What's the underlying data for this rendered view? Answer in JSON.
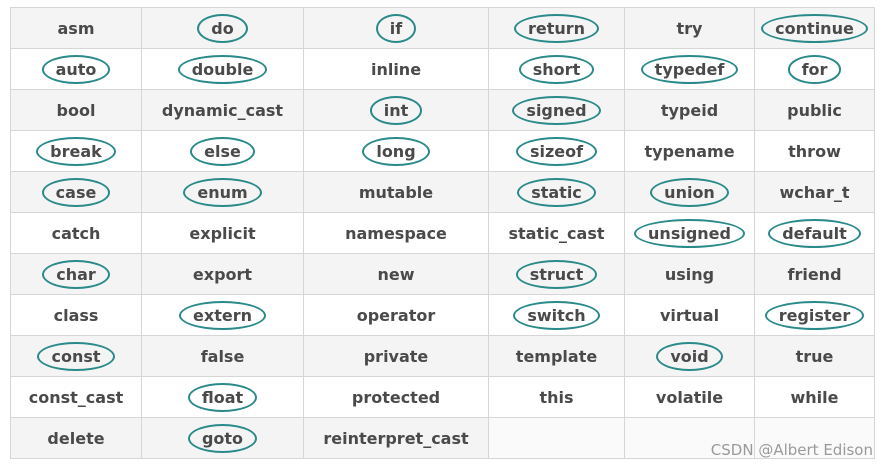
{
  "title": "",
  "accent_color": "#2a8a8a",
  "rows": [
    [
      {
        "t": "asm",
        "c": false
      },
      {
        "t": "do",
        "c": true
      },
      {
        "t": "if",
        "c": true
      },
      {
        "t": "return",
        "c": true
      },
      {
        "t": "try",
        "c": false
      },
      {
        "t": "continue",
        "c": true
      }
    ],
    [
      {
        "t": "auto",
        "c": true
      },
      {
        "t": "double",
        "c": true
      },
      {
        "t": "inline",
        "c": false
      },
      {
        "t": "short",
        "c": true
      },
      {
        "t": "typedef",
        "c": true
      },
      {
        "t": "for",
        "c": true
      }
    ],
    [
      {
        "t": "bool",
        "c": false
      },
      {
        "t": "dynamic_cast",
        "c": false
      },
      {
        "t": "int",
        "c": true
      },
      {
        "t": "signed",
        "c": true
      },
      {
        "t": "typeid",
        "c": false
      },
      {
        "t": "public",
        "c": false
      }
    ],
    [
      {
        "t": "break",
        "c": true
      },
      {
        "t": "else",
        "c": true
      },
      {
        "t": "long",
        "c": true
      },
      {
        "t": "sizeof",
        "c": true
      },
      {
        "t": "typename",
        "c": false
      },
      {
        "t": "throw",
        "c": false
      }
    ],
    [
      {
        "t": "case",
        "c": true
      },
      {
        "t": "enum",
        "c": true
      },
      {
        "t": "mutable",
        "c": false
      },
      {
        "t": "static",
        "c": true
      },
      {
        "t": "union",
        "c": true
      },
      {
        "t": "wchar_t",
        "c": false
      }
    ],
    [
      {
        "t": "catch",
        "c": false
      },
      {
        "t": "explicit",
        "c": false
      },
      {
        "t": "namespace",
        "c": false
      },
      {
        "t": "static_cast",
        "c": false
      },
      {
        "t": "unsigned",
        "c": true
      },
      {
        "t": "default",
        "c": true
      }
    ],
    [
      {
        "t": "char",
        "c": true
      },
      {
        "t": "export",
        "c": false
      },
      {
        "t": "new",
        "c": false
      },
      {
        "t": "struct",
        "c": true
      },
      {
        "t": "using",
        "c": false
      },
      {
        "t": "friend",
        "c": false
      }
    ],
    [
      {
        "t": "class",
        "c": false
      },
      {
        "t": "extern",
        "c": true
      },
      {
        "t": "operator",
        "c": false
      },
      {
        "t": "switch",
        "c": true
      },
      {
        "t": "virtual",
        "c": false
      },
      {
        "t": "register",
        "c": true
      }
    ],
    [
      {
        "t": "const",
        "c": true
      },
      {
        "t": "false",
        "c": false
      },
      {
        "t": "private",
        "c": false
      },
      {
        "t": "template",
        "c": false
      },
      {
        "t": "void",
        "c": true
      },
      {
        "t": "true",
        "c": false
      }
    ],
    [
      {
        "t": "const_cast",
        "c": false
      },
      {
        "t": "float",
        "c": true
      },
      {
        "t": "protected",
        "c": false
      },
      {
        "t": "this",
        "c": false
      },
      {
        "t": "volatile",
        "c": false
      },
      {
        "t": "while",
        "c": false
      }
    ],
    [
      {
        "t": "delete",
        "c": false
      },
      {
        "t": "goto",
        "c": true
      },
      {
        "t": "reinterpret_cast",
        "c": false
      },
      {
        "t": "",
        "c": false
      },
      {
        "t": "",
        "c": false
      },
      {
        "t": "",
        "c": false
      }
    ]
  ],
  "watermark": "CSDN @Albert Edison"
}
